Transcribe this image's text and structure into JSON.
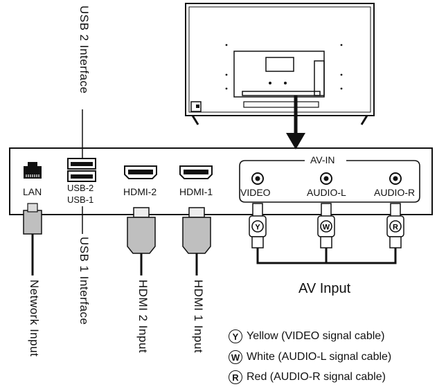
{
  "panel": {
    "ports": {
      "lan": "LAN",
      "usb2": "USB-2",
      "usb1": "USB-1",
      "hdmi2": "HDMI-2",
      "hdmi1": "HDMI-1"
    },
    "av_in": {
      "title": "AV-IN",
      "video": "VIDEO",
      "audio_l": "AUDIO-L",
      "audio_r": "AUDIO-R"
    }
  },
  "callouts": {
    "usb2_interface": "USB 2 Interface",
    "usb1_interface": "USB 1 Interface",
    "network_input": "Network Input",
    "hdmi2_input": "HDMI 2 Input",
    "hdmi1_input": "HDMI 1 Input",
    "av_input": "AV Input"
  },
  "plugs": {
    "video_letter": "Y",
    "audio_l_letter": "W",
    "audio_r_letter": "R"
  },
  "legend": [
    {
      "letter": "Y",
      "text": "Yellow (VIDEO signal cable)"
    },
    {
      "letter": "W",
      "text": "White (AUDIO-L signal cable)"
    },
    {
      "letter": "R",
      "text": "Red (AUDIO-R signal cable)"
    }
  ]
}
